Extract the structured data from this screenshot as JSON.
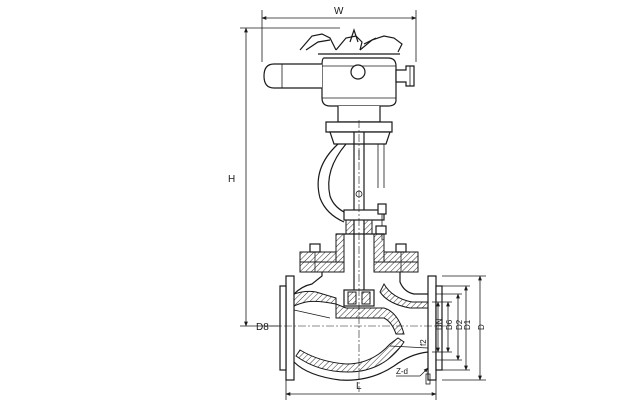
{
  "labels": {
    "width": "W",
    "height": "H",
    "length": "L",
    "nominal_diameter": "DN",
    "bore_diameter": "D6",
    "raised_face_diameter": "D2",
    "bolt_circle_diameter": "D1",
    "flange_diameter": "D",
    "face_height": "f2",
    "bolt_holes": "Z-d",
    "body_height": "D8"
  },
  "colors": {
    "line": "#1a1a1a",
    "background": "#ffffff"
  }
}
